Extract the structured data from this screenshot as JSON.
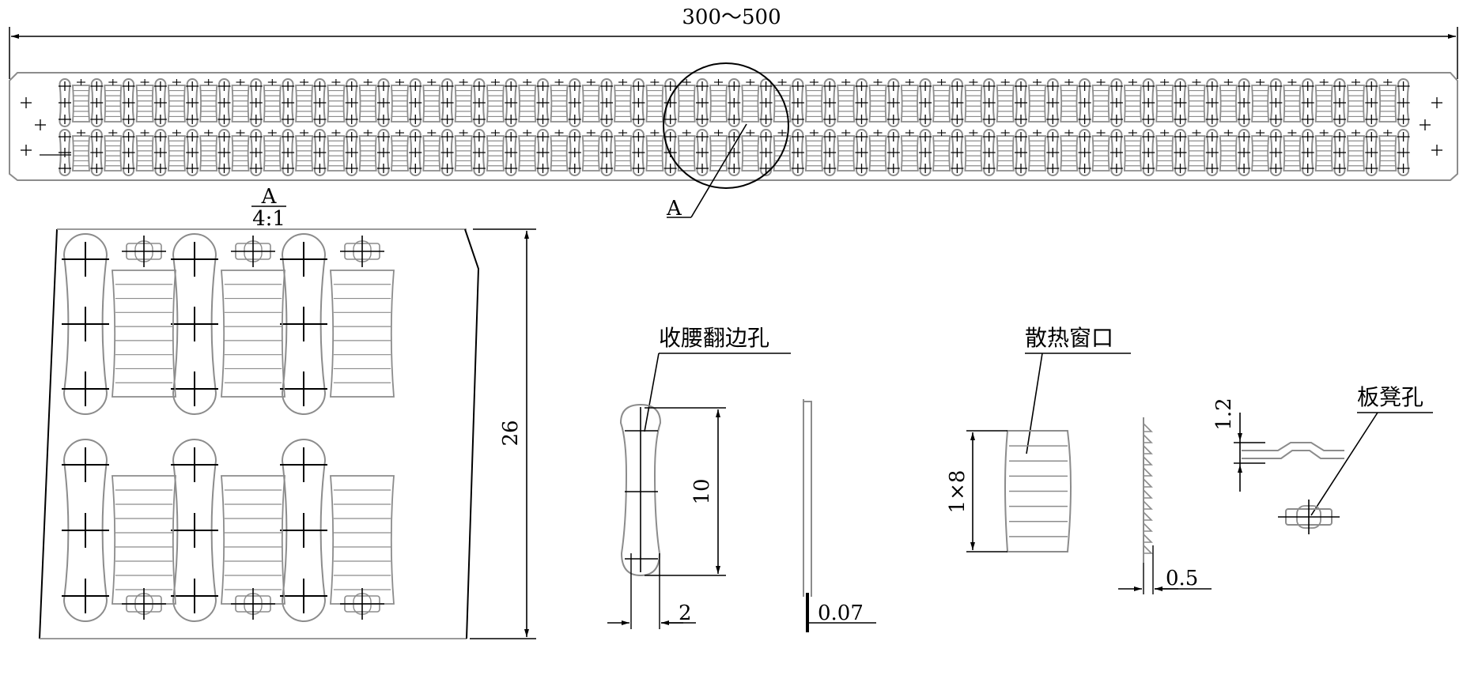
{
  "overall_dimension": "300～500",
  "detail_view": {
    "label": "A",
    "scale": "4:1",
    "height_dim": "26"
  },
  "callout_label": "A",
  "features": [
    {
      "name": "收腰翻边孔",
      "dims": [
        "10",
        "2",
        "0.07"
      ]
    },
    {
      "name": "散热窗口",
      "dims": [
        "1×8",
        "0.5"
      ]
    },
    {
      "name": "板凳孔",
      "dims": [
        "1.2"
      ]
    }
  ],
  "colors": {
    "line": "#000000",
    "part_outline": "#8c8c8c"
  }
}
